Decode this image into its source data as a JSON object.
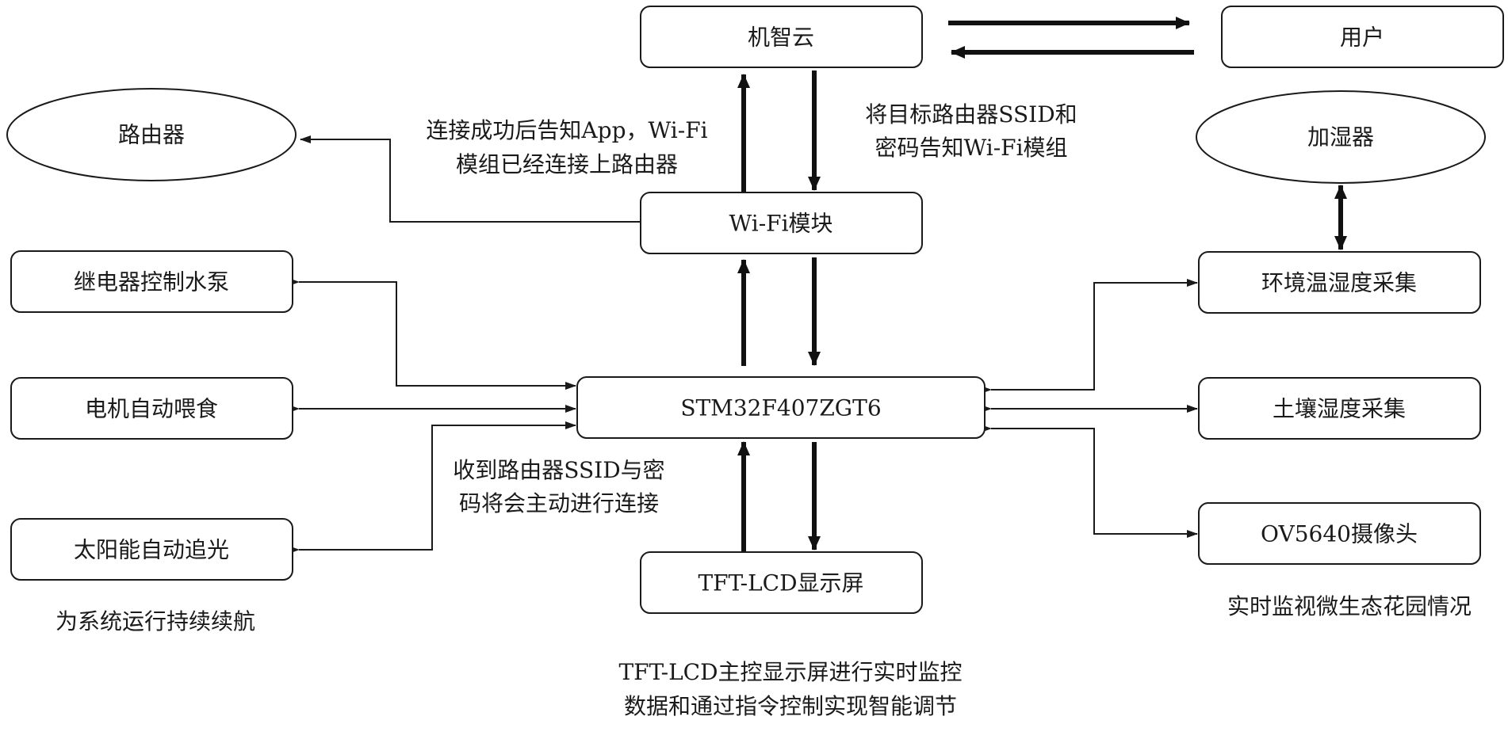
{
  "nodes": {
    "jizhiyun": "机智云",
    "user": "用户",
    "router": "路由器",
    "humidifier": "加湿器",
    "wifi": "Wi-Fi模块",
    "relay": "继电器控制水泵",
    "env": "环境温湿度采集",
    "stm32": "STM32F407ZGT6",
    "motor": "电机自动喂食",
    "soil": "土壤湿度采集",
    "solar": "太阳能自动追光",
    "camera": "OV5640摄像头",
    "tft": "TFT-LCD显示屏"
  },
  "annotations": {
    "wifi_connected": [
      "连接成功后告知App，Wi-Fi",
      "模组已经连接上路由器"
    ],
    "tell_ssid": [
      "将目标路由器SSID和",
      "密码告知Wi-Fi模组"
    ],
    "received_ssid": [
      "收到路由器SSID与密",
      "码将会主动进行连接"
    ],
    "solar_note": [
      "为系统运行持续续航"
    ],
    "camera_note": [
      "实时监视微生态花园情况"
    ],
    "tft_note": [
      "TFT-LCD主控显示屏进行实时监控",
      "数据和通过指令控制实现智能调节"
    ]
  }
}
